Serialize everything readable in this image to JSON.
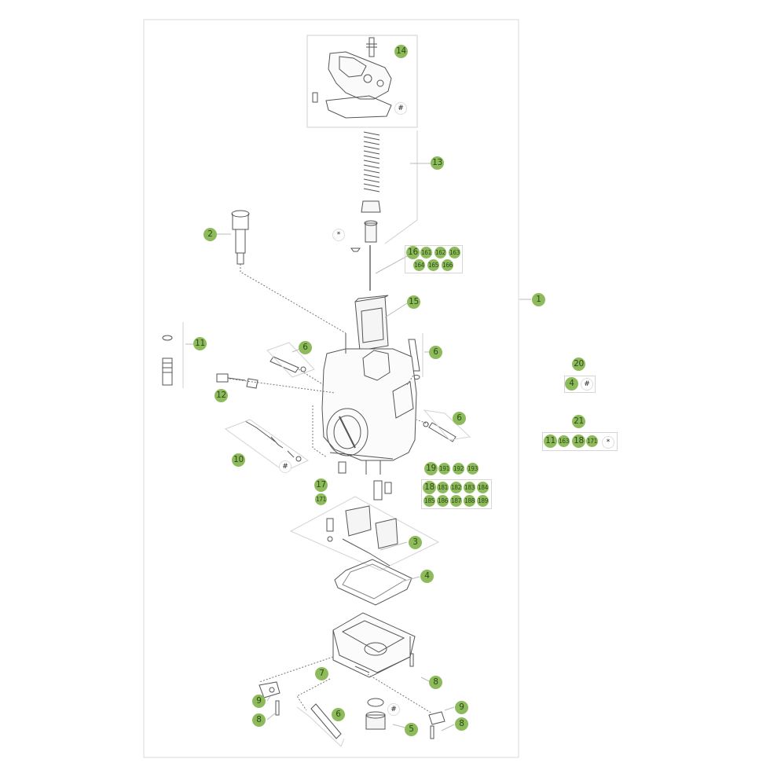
{
  "callouts": {
    "c1": "1",
    "c2": "2",
    "c3": "3",
    "c4": "4",
    "c5": "5",
    "c6a": "6",
    "c6b": "6",
    "c6c": "6",
    "c6d": "6",
    "c7": "7",
    "c8a": "8",
    "c8b": "8",
    "c8c": "8",
    "c9a": "9",
    "c9b": "9",
    "c10": "10",
    "c11": "11",
    "c12": "12",
    "c13": "13",
    "c14": "14",
    "c15": "15",
    "c16": "16",
    "c161": "161",
    "c162": "162",
    "c163": "163",
    "c164": "164",
    "c165": "165",
    "c166": "166",
    "c17": "17",
    "c171": "171",
    "c18": "18",
    "c181": "181",
    "c182": "182",
    "c183": "183",
    "c184": "184",
    "c185": "185",
    "c186": "186",
    "c187": "187",
    "c188": "188",
    "c189": "189",
    "c19": "19",
    "c191": "191",
    "c192": "192",
    "c193": "193",
    "c20": "20",
    "c20_4": "4",
    "c21": "21",
    "c21_11": "11",
    "c21_163": "163",
    "c21_18": "18",
    "c21_171": "171"
  },
  "marks": {
    "hash_14": "#",
    "star_13": "*",
    "hash_10": "#",
    "hash_5": "#",
    "hash_20": "#",
    "star_21": "*"
  }
}
